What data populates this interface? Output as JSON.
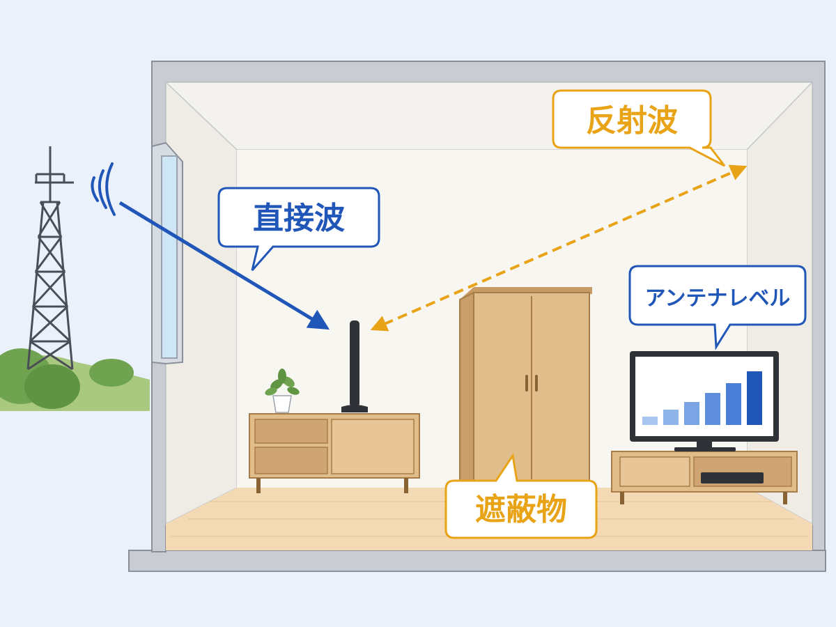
{
  "labels": {
    "direct_wave": "直接波",
    "reflected_wave": "反射波",
    "obstacle": "遮蔽物",
    "antenna_level": "アンテナレベル"
  },
  "signal_level_bars": [
    0.14,
    0.26,
    0.38,
    0.54,
    0.7,
    0.89
  ],
  "colors": {
    "background": "#eaf1fb",
    "direct_wave": "#1f56b8",
    "reflected_wave": "#e8a317",
    "wall": "#c9cdd3",
    "floor": "#f3d9b4",
    "furniture": "#d9b587",
    "grass": "#8fbd6d",
    "tv_bars": "#3a78d8"
  },
  "icons": {
    "tower": "broadcast-tower-icon",
    "signal": "radio-waves-icon",
    "antenna": "indoor-antenna-icon",
    "plant": "potted-plant-icon"
  }
}
